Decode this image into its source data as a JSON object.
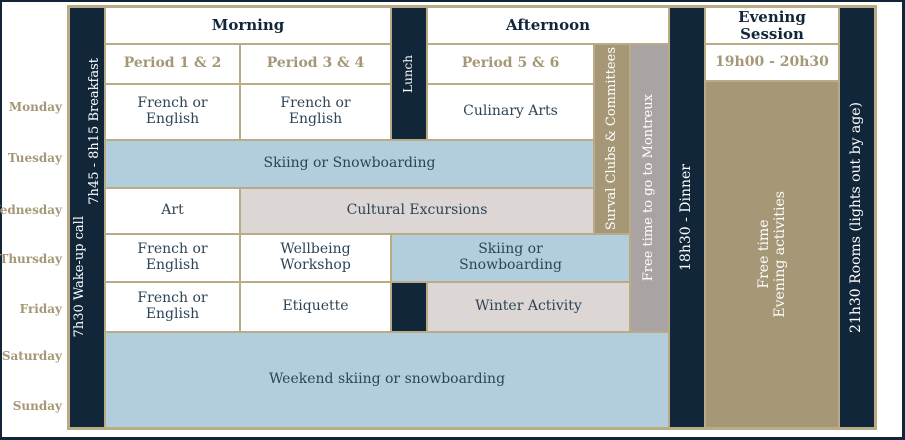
{
  "days": [
    "Monday",
    "Tuesday",
    "Wednesday",
    "Thursday",
    "Friday",
    "Saturday",
    "Sunday"
  ],
  "headers": {
    "morning": "Morning",
    "afternoon": "Afternoon",
    "evening": "Evening Session"
  },
  "periods": {
    "p12": "Period 1 & 2",
    "p34": "Period 3 & 4",
    "p56": "Period 5 & 6",
    "evening_time": "19h00 - 20h30"
  },
  "side_bars": {
    "wake": "7h30 Wake-up call",
    "breakfast": "7h45 - 8h15 Breakfast",
    "lunch": "Lunch",
    "clubs": "Surval Clubs & Committees",
    "montreux": "Free time to go to Montreux",
    "dinner": "18h30 - Dinner",
    "rooms": "21h30 Rooms (lights out by age)"
  },
  "evening_block": {
    "line1": "Free time",
    "line2": "Evening activities"
  },
  "monday": {
    "p12_a": "French or",
    "p12_b": "English",
    "p34_a": "French or",
    "p34_b": "English",
    "p56": "Culinary Arts"
  },
  "tuesday": {
    "all": "Skiing or Snowboarding"
  },
  "wednesday": {
    "p12": "Art",
    "rest": "Cultural Excursions"
  },
  "thursday": {
    "p12_a": "French or",
    "p12_b": "English",
    "p34_a": "Wellbeing",
    "p34_b": "Workshop",
    "p56_a": "Skiing or",
    "p56_b": "Snowboarding"
  },
  "friday": {
    "p12_a": "French or",
    "p12_b": "English",
    "p34": "Etiquette",
    "p56": "Winter Activity"
  },
  "weekend": {
    "all": "Weekend skiing or snowboarding"
  }
}
